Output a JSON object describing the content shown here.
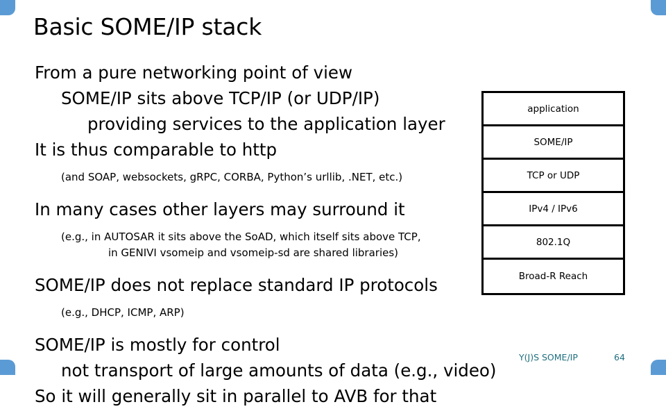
{
  "slide": {
    "title": "Basic SOME/IP stack",
    "accent_color": "#5b9bd5",
    "footer_color": "#1f6f7f"
  },
  "body": {
    "blocks": [
      {
        "lines": [
          {
            "text": "From a pure networking point of view",
            "size": "big",
            "indent": 0
          },
          {
            "text": "SOME/IP sits above TCP/IP (or UDP/IP)",
            "size": "big",
            "indent": 1
          },
          {
            "text": "providing services to the application layer",
            "size": "big",
            "indent": 2
          },
          {
            "text": "It is thus comparable to http",
            "size": "big",
            "indent": 0
          },
          {
            "text": "(and SOAP, websockets, gRPC, CORBA, Python’s urllib, .NET, etc.)",
            "size": "small",
            "indent": 1
          }
        ]
      },
      {
        "lines": [
          {
            "text": "In many cases other layers may surround it",
            "size": "big",
            "indent": 0
          },
          {
            "text": "(e.g., in AUTOSAR it sits above the SoAD, which itself sits above TCP,",
            "size": "small",
            "indent": 1
          },
          {
            "text": "in GENIVI vsomeip and vsomeip-sd are shared libraries)",
            "size": "small",
            "indent": 1,
            "center": true
          }
        ]
      },
      {
        "lines": [
          {
            "text": "SOME/IP does not replace standard IP protocols",
            "size": "big",
            "indent": 0
          },
          {
            "text": "(e.g., DHCP, ICMP, ARP)",
            "size": "small",
            "indent": 1
          }
        ]
      },
      {
        "lines": [
          {
            "text": "SOME/IP is mostly for control",
            "size": "big",
            "indent": 0
          },
          {
            "text": "not transport of large amounts of data (e.g., video)",
            "size": "big",
            "indent": 1
          },
          {
            "text": "So it will generally sit in parallel to AVB for that",
            "size": "big",
            "indent": 0
          }
        ]
      }
    ]
  },
  "stack": {
    "layers": [
      {
        "label": "application"
      },
      {
        "label": "SOME/IP"
      },
      {
        "label": "TCP or UDP"
      },
      {
        "label": "IPv4 / IPv6"
      },
      {
        "label": "802.1Q"
      },
      {
        "label": "Broad-R Reach"
      }
    ]
  },
  "footer": {
    "label": "Y(J)S  SOME/IP",
    "page_number": "64"
  }
}
